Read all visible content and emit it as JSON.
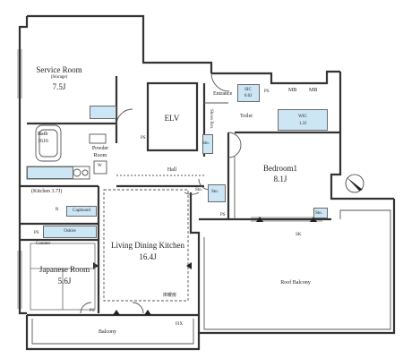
{
  "rooms": {
    "service_room": {
      "name": "Service Room",
      "sub": "(Storage)",
      "size": "7.5J"
    },
    "bath": {
      "name": "Bath",
      "size": "1616"
    },
    "powder_room": {
      "name": "Powder",
      "name2": "Room"
    },
    "elv": "ELV",
    "entrance": "Entrance",
    "sic": {
      "name": "SIC",
      "size": "0.6J"
    },
    "toilet": "Toilet",
    "wic": {
      "name": "WIC",
      "size": "1.3J"
    },
    "bedroom": {
      "name": "Bedroom1",
      "size": "8.1J"
    },
    "hall": "Hall",
    "kitchen": "(Kitchen 3.7J)",
    "ldk": {
      "name": "Living Dining Kitchen",
      "size": "16.4J"
    },
    "japanese_room": {
      "name": "Japanese Room",
      "size": "5.6J"
    },
    "balcony": "Balcony",
    "roof_balcony": "Roof Balcony"
  },
  "fixtures": {
    "mb1": "MB",
    "mb2": "MB",
    "ps_top": "PS",
    "ps_small": "PS",
    "ps_left": "PS",
    "ps_bottom": "PS",
    "ps_right": "PS",
    "cupboard": "Cupboard",
    "oshire": "Oshire",
    "counter": "Counter",
    "sto1": "Sto.",
    "sto2": "Sto.",
    "sto3": "Sto.",
    "sto_bed": "Sto.",
    "shoes_box": "Shoes Box",
    "ws": "W",
    "r": "R",
    "fix": "FIX",
    "sk": "SK",
    "floor_heating": "床暖房"
  }
}
